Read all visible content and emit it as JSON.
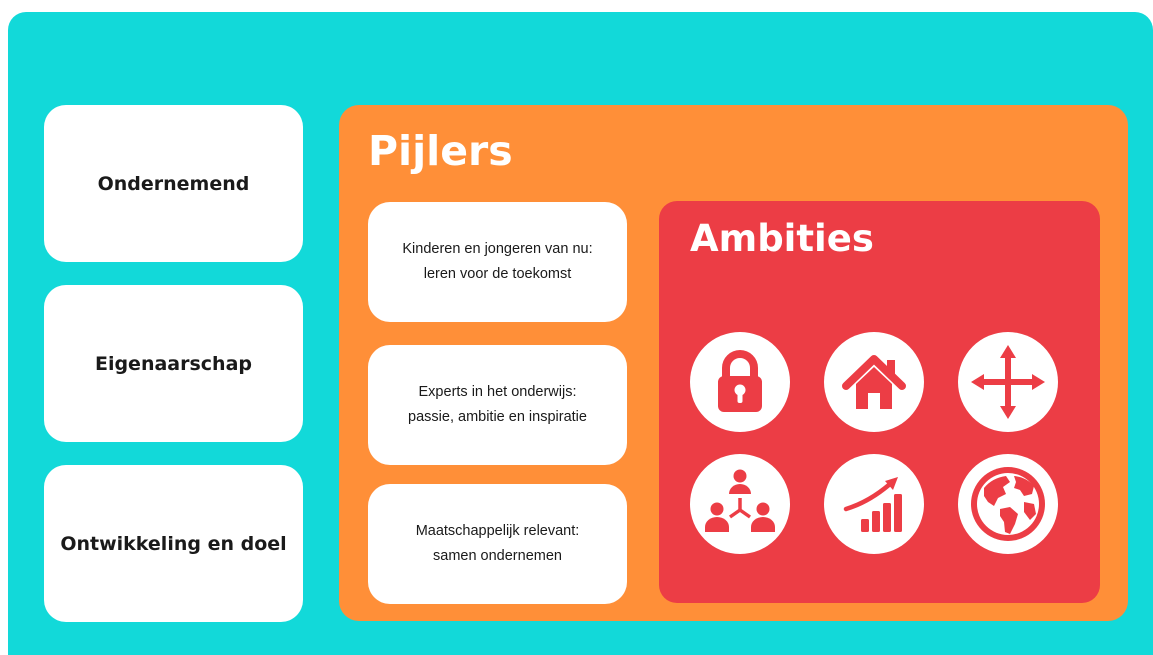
{
  "values": [
    {
      "label": "Ondernemend"
    },
    {
      "label": "Eigenaarschap"
    },
    {
      "label": "Ontwikkeling en doel"
    }
  ],
  "pijlers": {
    "title": "Pijlers",
    "items": [
      {
        "line1": "Kinderen en jongeren van nu:",
        "line2": "leren voor de toekomst"
      },
      {
        "line1": "Experts in het onderwijs:",
        "line2": "passie, ambitie en inspiratie"
      },
      {
        "line1": "Maatschappelijk relevant:",
        "line2": "samen ondernemen"
      }
    ]
  },
  "ambities": {
    "title": "Ambities",
    "icons": [
      "lock-icon",
      "home-icon",
      "four-arrows-icon",
      "team-network-icon",
      "growth-chart-icon",
      "globe-icon"
    ]
  },
  "colors": {
    "background": "#12d9d9",
    "pijlers_panel": "#ff8f38",
    "ambities_panel": "#ec3d45",
    "card": "#ffffff"
  }
}
